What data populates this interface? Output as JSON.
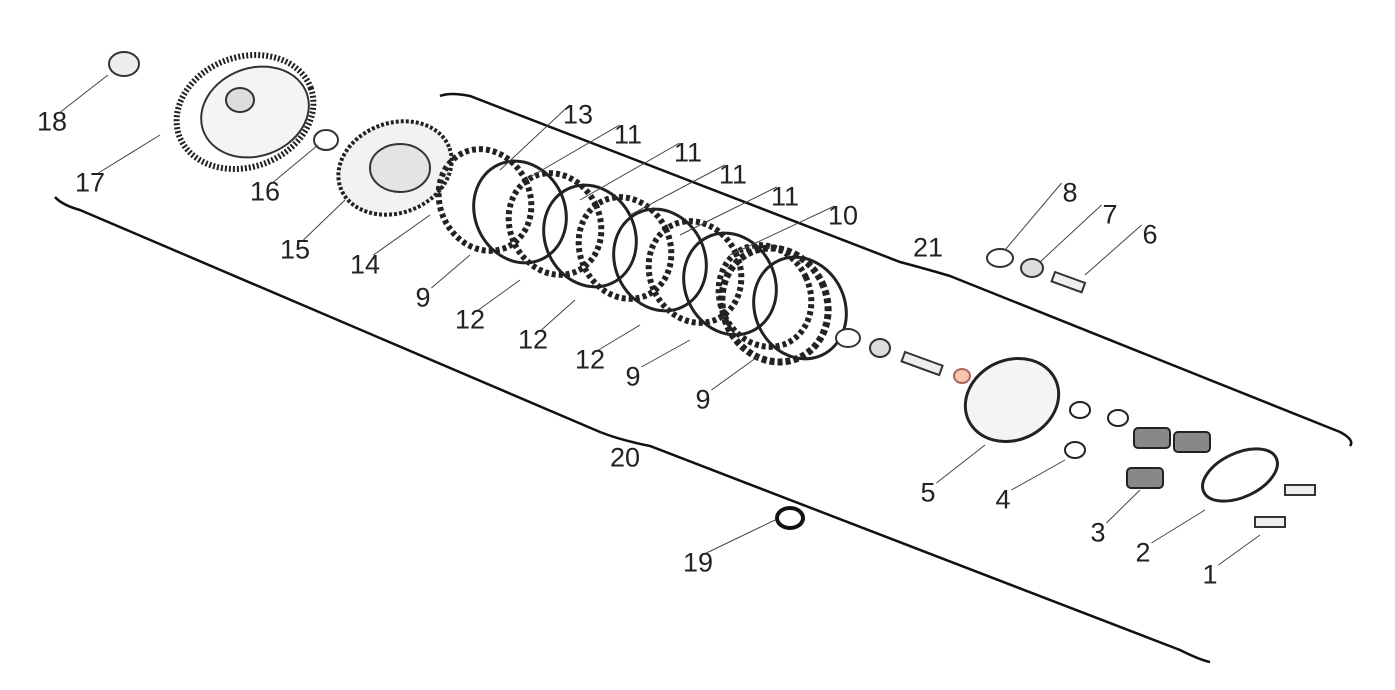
{
  "diagram": {
    "callouts": [
      "18",
      "17",
      "16",
      "15",
      "14",
      "13",
      "11",
      "11",
      "11",
      "11",
      "10",
      "21",
      "8",
      "7",
      "6",
      "9",
      "12",
      "12",
      "12",
      "9",
      "9",
      "20",
      "5",
      "4",
      "3",
      "2",
      "1",
      "19"
    ]
  }
}
